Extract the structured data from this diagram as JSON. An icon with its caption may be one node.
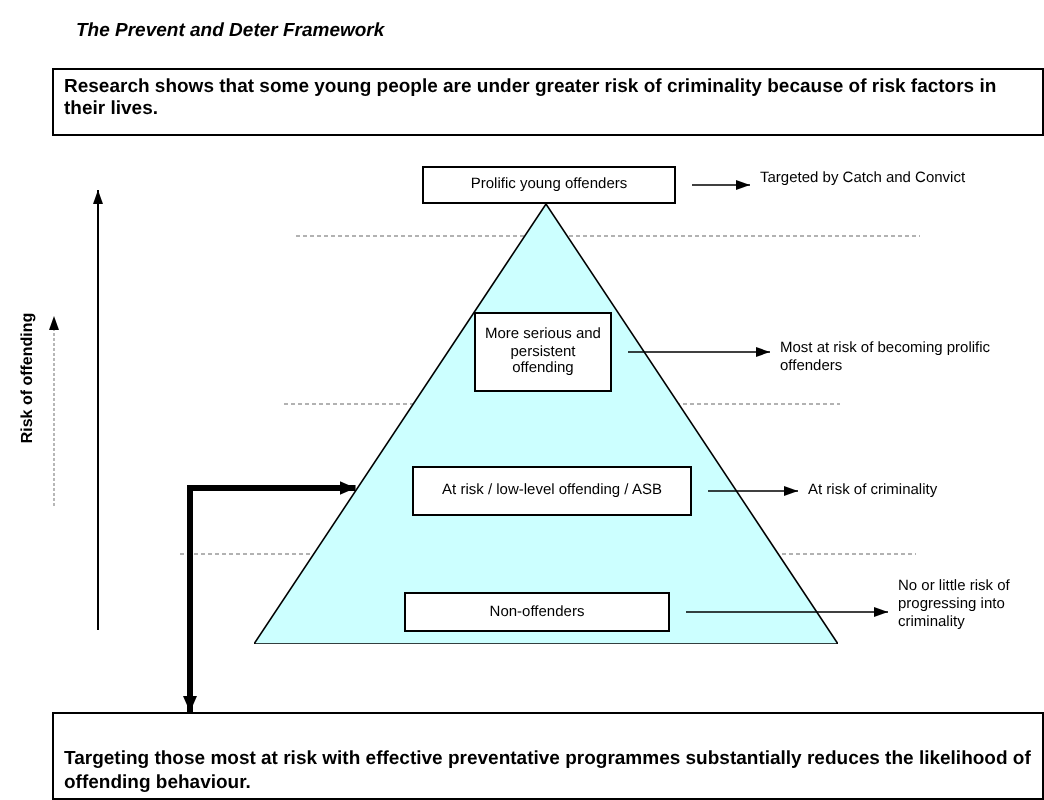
{
  "diagram": {
    "title": "The Prevent and Deter Framework",
    "nodes": [
      {
        "text": [
          "Research shows that some young people are under greater risk of criminality because of risk factors in their lives."
        ]
      },
      {
        "text": [],
        "shape": "triangle"
      },
      {
        "text": [
          "Prolific young offenders"
        ]
      },
      {
        "text": [
          "Targeted by Catch and Convict"
        ]
      },
      {
        "text": [
          "More serious and persistent offending"
        ],
        "in": 1
      },
      {
        "text": [
          "Most at risk of becoming prolific offenders"
        ]
      },
      {
        "text": [
          "At risk / low-level offending / ASB"
        ],
        "in": 1
      },
      {
        "text": [
          "At risk of criminality"
        ]
      },
      {
        "text": [
          "Non-offenders"
        ],
        "in": 1
      },
      {
        "text": [
          "No or little risk of progressing into criminality"
        ]
      },
      {
        "text": [
          "Targeting those most at risk with effective preventative programmes substantially reduces the likelihood of offending behaviour."
        ]
      }
    ],
    "edges": [
      {
        "from": 2,
        "to": 3,
        "arrow": "to"
      },
      {
        "from": 4,
        "to": 5,
        "arrow": "to"
      },
      {
        "from": 6,
        "to": 7,
        "arrow": "to"
      },
      {
        "from": 8,
        "to": 9,
        "arrow": "to"
      },
      {
        "from": 10,
        "to": 1,
        "arrow": "both",
        "style": "thick"
      }
    ],
    "labels": [
      "Risk of offending"
    ]
  }
}
